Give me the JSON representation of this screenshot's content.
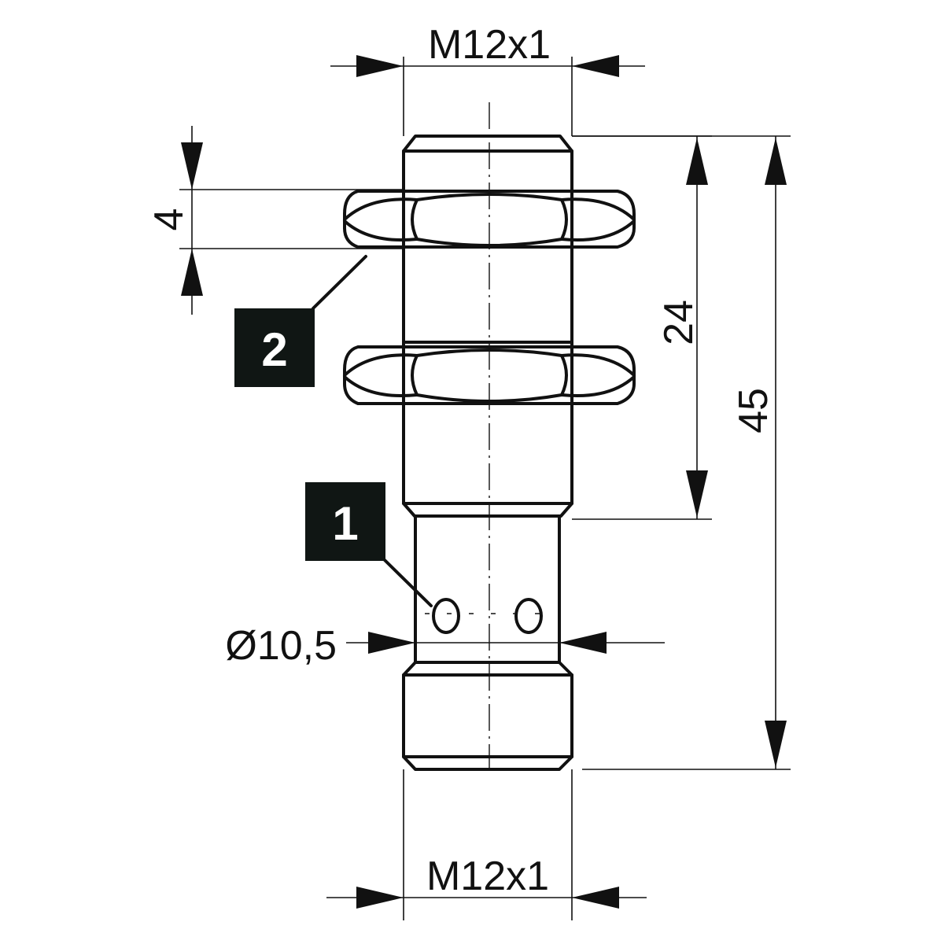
{
  "dimensions": {
    "top_thread": "M12x1",
    "bottom_thread": "M12x1",
    "nut_thickness": "4",
    "thread_length": "24",
    "overall_length": "45",
    "body_diameter": "Ø10,5"
  },
  "callouts": [
    {
      "label": "1"
    },
    {
      "label": "2"
    }
  ]
}
